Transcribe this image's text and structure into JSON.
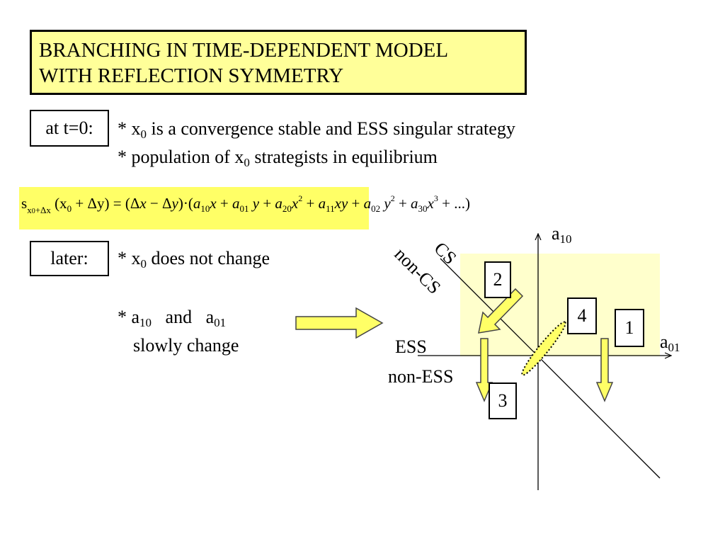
{
  "title": {
    "line1": "BRANCHING IN TIME-DEPENDENT MODEL",
    "line2": "WITH REFLECTION SYMMETRY"
  },
  "t0": {
    "label": "at t=0:",
    "bullet1_pre": "* x",
    "bullet1_sub": "0",
    "bullet1_post": " is a convergence stable and ESS singular strategy",
    "bullet2_pre": "* population of x",
    "bullet2_sub": "0",
    "bullet2_post": " strategists in equilibrium"
  },
  "equation": {
    "text": "s_{x0+Δx}(x0 + Δy) = (Δx − Δy)·(a10 x + a01 y + a20 x^2 + a11 xy + a02 y^2 + a30 x^3 + ...)"
  },
  "later": {
    "label": "later:",
    "bullet1_pre": "* x",
    "bullet1_sub": "0",
    "bullet1_post": " does not change",
    "bullet2_star": "* a",
    "bullet2_sub1": "10",
    "bullet2_and": "and",
    "bullet2_a": "a",
    "bullet2_sub2": "01",
    "bullet2_line2": "slowly change"
  },
  "diagram": {
    "y_axis_base": "a",
    "y_axis_sub": "10",
    "x_axis_base": "a",
    "x_axis_sub": "01",
    "cs_label": "CS",
    "noncs_label": "non-CS",
    "ess_label": "ESS",
    "noness_label": "non-ESS",
    "regions": [
      "1",
      "2",
      "3",
      "4"
    ],
    "colors": {
      "title_fill": "#ffff99",
      "equation_fill": "#ffff66",
      "region_fill": "#ffffcc",
      "arrow_fill": "#ffff66"
    }
  }
}
